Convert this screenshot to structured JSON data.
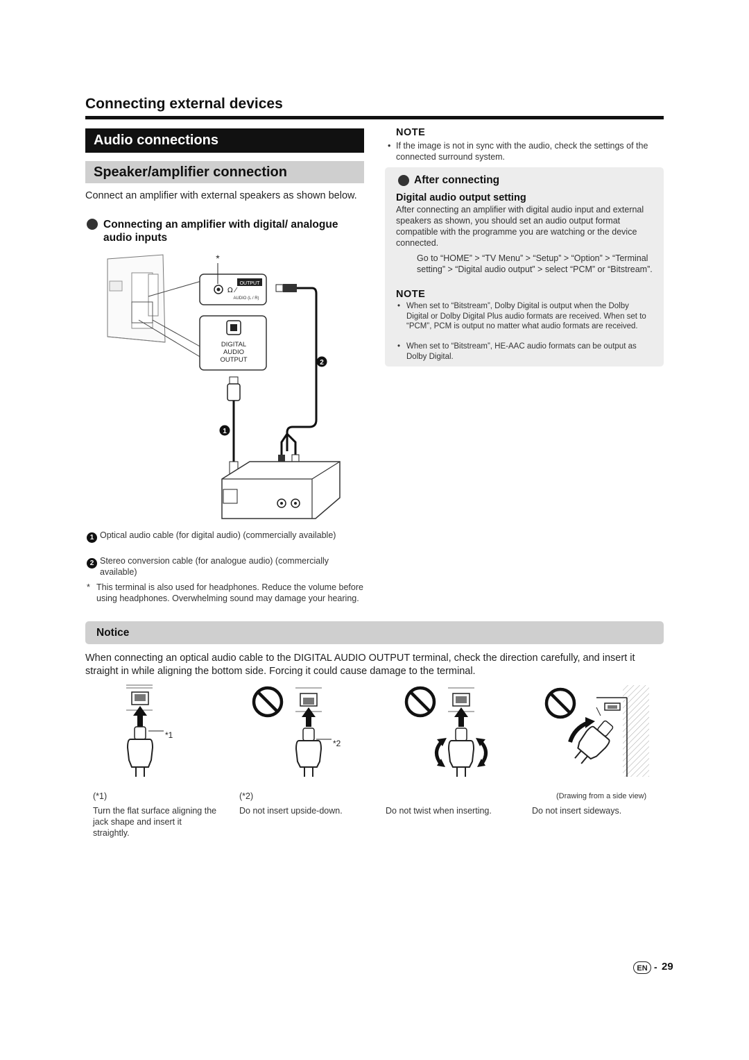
{
  "section_title": "Connecting external devices",
  "audio_title": "Audio connections",
  "speaker_title": "Speaker/amplifier connection",
  "intro": "Connect an amplifier with external speakers as shown below.",
  "subhead": "Connecting an amplifier with digital/ analogue audio inputs",
  "diagram": {
    "asterisk": "*",
    "output_tag": "OUTPUT",
    "audio_lr": "AUDIO (L / R)",
    "digital": "DIGITAL",
    "audio": "AUDIO",
    "output": "OUTPUT",
    "num1": "1",
    "num2": "2"
  },
  "legend": [
    {
      "num": "1",
      "text": "Optical audio cable (for digital audio) (commercially available)"
    },
    {
      "num": "2",
      "text": "Stereo conversion cable (for analogue audio) (commercially available)"
    }
  ],
  "footnote_mark": "*",
  "footnote": "This terminal is also used for headphones. Reduce the volume before using headphones. Overwhelming sound may damage your hearing.",
  "note1": {
    "title": "NOTE",
    "bullet": "•",
    "text": "If the image is not in sync with the audio, check the settings of the connected surround system."
  },
  "after": {
    "title": "After connecting",
    "sub": "Digital audio output setting",
    "text": "After connecting an amplifier with digital audio input and external speakers as shown, you should set an audio output format compatible with the programme you are watching or the device connected.",
    "path": "Go to “HOME” > “TV Menu” > “Setup” > “Option” > “Terminal setting” > “Digital audio output” > select “PCM” or “Bitstream”.",
    "note_title": "NOTE",
    "note_items": [
      "When set to “Bitstream”, Dolby Digital is output when the Dolby Digital or Dolby Digital Plus audio formats are received. When set to “PCM”, PCM is output no matter what audio formats are received.",
      "When set to “Bitstream”, HE-AAC audio formats can be output as Dolby Digital."
    ]
  },
  "notice": {
    "title": "Notice",
    "text": "When connecting an optical audio cable to the DIGITAL AUDIO OUTPUT terminal, check the direction carefully, and insert it straight in while aligning the bottom side. Forcing it could cause damage to the terminal."
  },
  "figures": [
    {
      "mark": "*1",
      "foot": "(*1)",
      "caption": "Turn the flat surface aligning the jack shape and insert it straightly."
    },
    {
      "mark": "*2",
      "foot": "(*2)",
      "caption": "Do not insert upside-down."
    },
    {
      "mark": "",
      "foot": "",
      "caption": "Do not twist when inserting."
    },
    {
      "mark": "",
      "foot": "(Drawing from a side view)",
      "caption": "Do not insert sideways."
    }
  ],
  "page": {
    "lang": "EN",
    "sep": "-",
    "num": "29"
  }
}
